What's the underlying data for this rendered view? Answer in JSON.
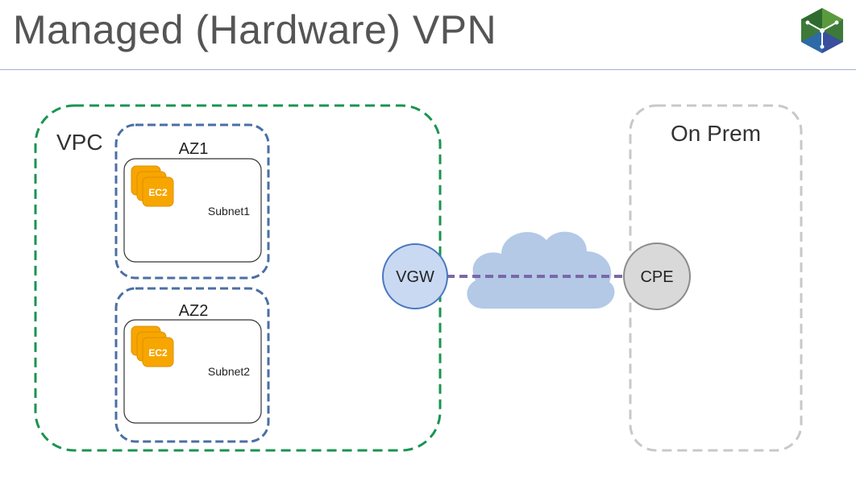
{
  "slide": {
    "title": "Managed (Hardware) VPN"
  },
  "vpc": {
    "label": "VPC"
  },
  "azs": [
    {
      "label": "AZ1",
      "subnet": "Subnet1",
      "instance": "EC2"
    },
    {
      "label": "AZ2",
      "subnet": "Subnet2",
      "instance": "EC2"
    }
  ],
  "vgw": {
    "label": "VGW"
  },
  "cpe": {
    "label": "CPE"
  },
  "onprem": {
    "label": "On Prem"
  },
  "colors": {
    "vpc_border": "#1a9450",
    "az_border": "#4a6fa5",
    "onprem_border": "#c8c8c8",
    "vgw_fill": "#c9d9f2",
    "vgw_border": "#4a78c0",
    "cpe_fill": "#d9d9d9",
    "cpe_border": "#8c8c8c",
    "cloud": "#b3c9e6",
    "vpn_line": "#7b68a6",
    "ec2": "#f7a600"
  }
}
